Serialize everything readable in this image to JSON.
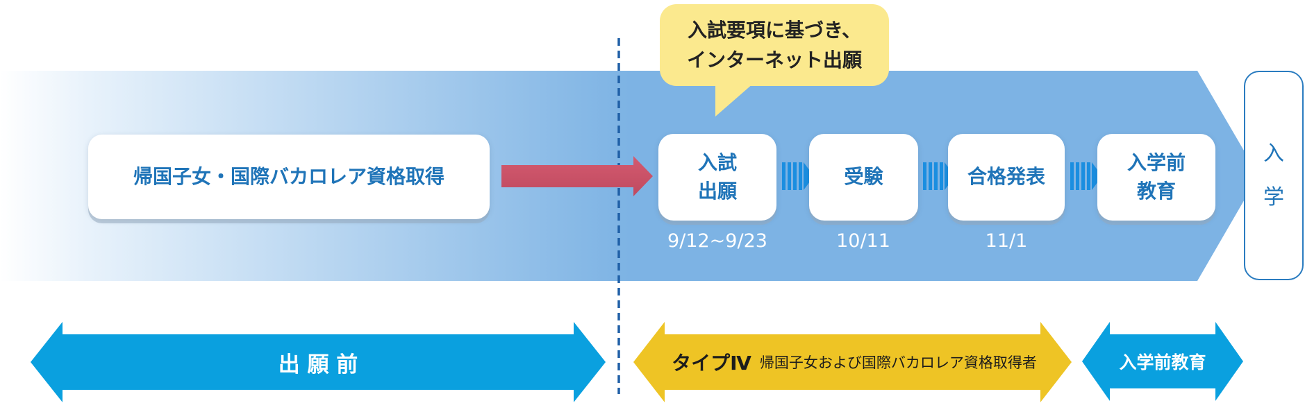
{
  "callout": {
    "line1": "入試要項に基づき、",
    "line2": "インターネット出願"
  },
  "pre_step": {
    "label": "帰国子女・国際バカロレア資格取得"
  },
  "steps": [
    {
      "line1": "入試",
      "line2": "出願",
      "date": "9/12~9/23"
    },
    {
      "line1": "受験",
      "line2": "",
      "date": "10/11"
    },
    {
      "line1": "合格発表",
      "line2": "",
      "date": "11/1"
    },
    {
      "line1": "入学前",
      "line2": "教育",
      "date": ""
    }
  ],
  "end": {
    "line1": "入",
    "line2": "学"
  },
  "phases": {
    "before": "出 願 前",
    "type_main": "タイプⅣ",
    "type_sub": "帰国子女および国際バカロレア資格取得者",
    "pre_education": "入学前教育"
  },
  "colors": {
    "band_light": "#ffffff",
    "band_dark": "#7db3e4",
    "pink_arrow": "#cc5268",
    "blue_phase": "#0aa0df",
    "yellow_phase": "#eec425",
    "callout_bg": "#fbe98e",
    "text_blue": "#1f74b8",
    "chevron_blue": "#1a8ee0"
  }
}
